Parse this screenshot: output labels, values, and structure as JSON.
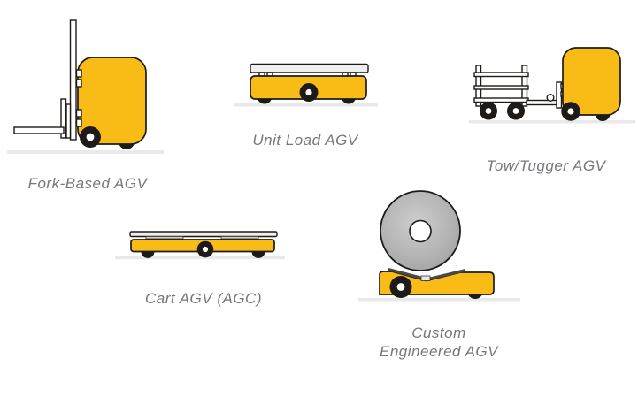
{
  "page": {
    "title": "AGV Types Diagram"
  },
  "colors": {
    "agv_yellow": "#F9BB15",
    "outline": "#1E1A17",
    "label_gray": "#76777B",
    "ground_gray": "#E9E9E9",
    "platform_gray": "#EFEFEF",
    "coil_gray": "#B5B5B5"
  },
  "figures": [
    {
      "id": "fork-based-agv",
      "label": "Fork-Based AGV"
    },
    {
      "id": "unit-load-agv",
      "label": "Unit Load AGV"
    },
    {
      "id": "tow-tugger-agv",
      "label": "Tow/Tugger AGV"
    },
    {
      "id": "cart-agv-agc",
      "label": "Cart AGV (AGC)"
    },
    {
      "id": "custom-engineered-agv",
      "label": "Custom Engineered AGV"
    }
  ]
}
